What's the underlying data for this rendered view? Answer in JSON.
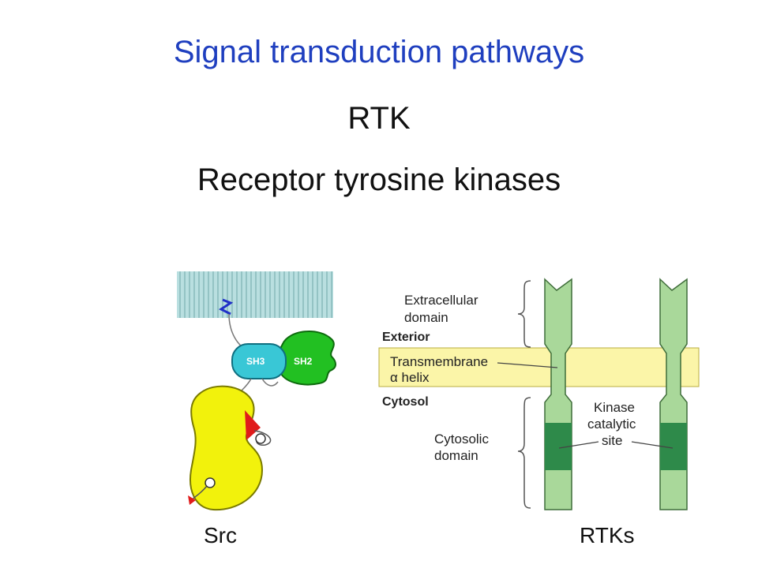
{
  "title": "Signal transduction pathways",
  "subtitle": "RTK",
  "subtitle2": "Receptor tyrosine kinases",
  "src_diagram": {
    "sh3": "SH3",
    "sh2": "SH2",
    "caption": "Src"
  },
  "rtk_diagram": {
    "extracellular": [
      "Extracellular",
      "domain"
    ],
    "exterior": "Exterior",
    "transmembrane": [
      "Transmembrane",
      "α helix"
    ],
    "cytosol": "Cytosol",
    "cytosolic": [
      "Cytosolic",
      "domain"
    ],
    "kinase": [
      "Kinase",
      "catalytic",
      "site"
    ],
    "caption": "RTKs"
  },
  "colors": {
    "title": "#1f3fbf",
    "membrane_band": "#fbf5a8",
    "receptor": "#a9d89a",
    "kinase": "#2e8a4a",
    "sh3": "#39c7d6",
    "sh2": "#22c022",
    "src_body": "#f2f20c"
  }
}
